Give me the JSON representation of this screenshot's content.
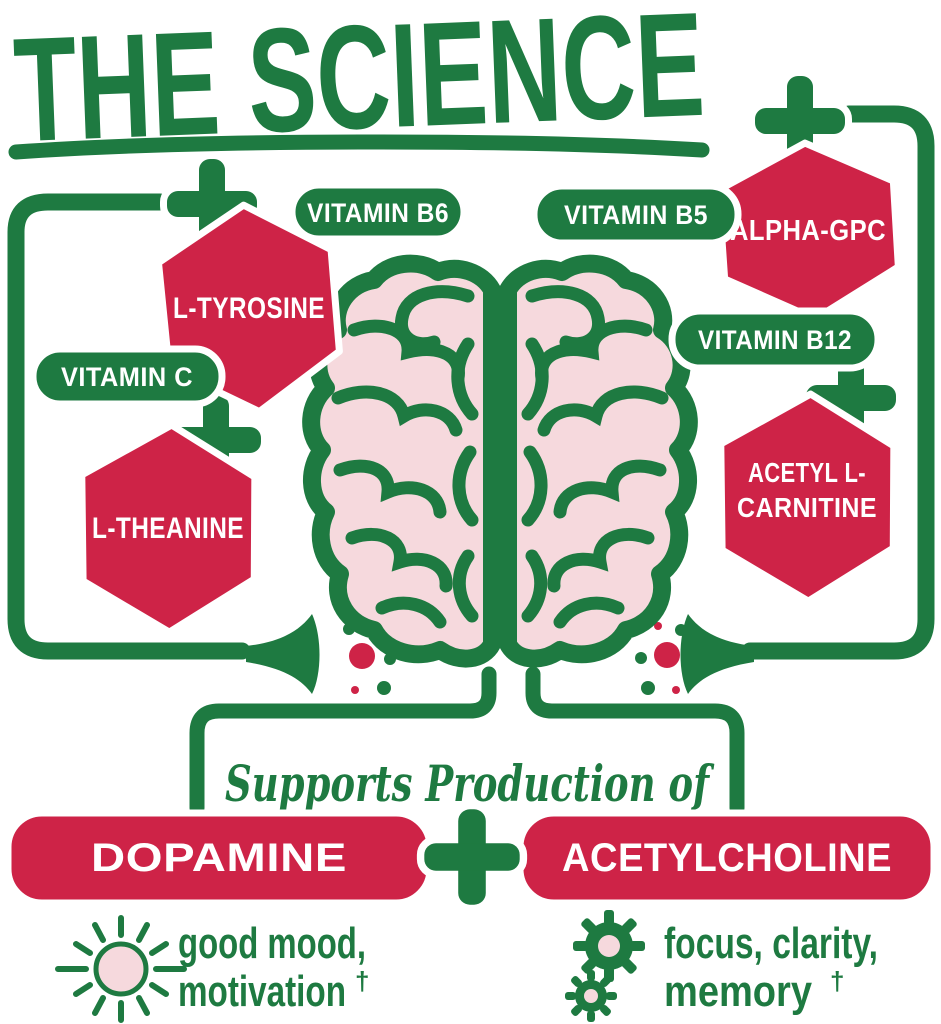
{
  "title": "THE SCIENCE",
  "colors": {
    "green": "#1e7a41",
    "red": "#ce2347",
    "pink": "#f6d9dd"
  },
  "nutrients": {
    "l_tyrosine": {
      "label": "L-TYROSINE"
    },
    "l_theanine": {
      "label": "L-THEANINE"
    },
    "alpha_gpc": {
      "label": "ALPHA-GPC"
    },
    "acetyl_l_carnitine": {
      "lines": [
        "ACETYL L-",
        "CARNITINE"
      ]
    },
    "vitamin_b6": {
      "label": "VITAMIN B6"
    },
    "vitamin_b5": {
      "label": "VITAMIN B5"
    },
    "vitamin_c": {
      "label": "VITAMIN C"
    },
    "vitamin_b12": {
      "label": "VITAMIN B12"
    }
  },
  "supports_text": "Supports Production of",
  "neurotransmitters": {
    "dopamine": "DOPAMINE",
    "acetylcholine": "ACETYLCHOLINE"
  },
  "benefits": [
    {
      "icon": "sun-icon",
      "line1": "good mood,",
      "line2": "motivation",
      "dagger": "†"
    },
    {
      "icon": "gears-icon",
      "line1": "focus, clarity,",
      "line2": "memory",
      "dagger": "†"
    }
  ]
}
